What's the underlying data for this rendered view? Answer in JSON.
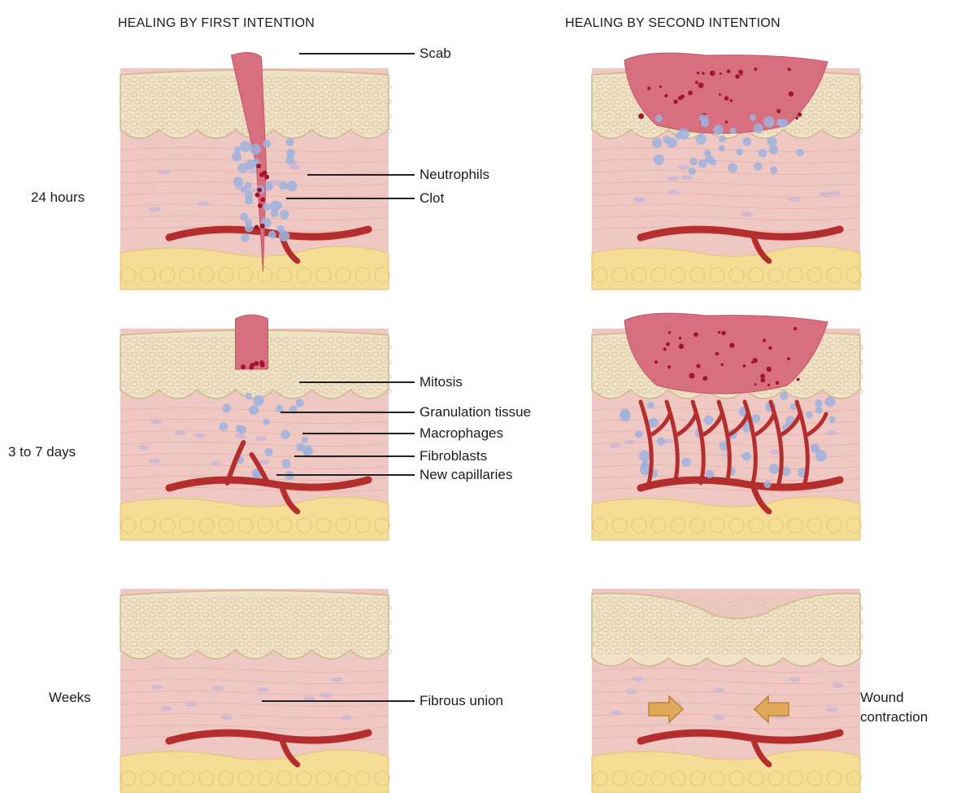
{
  "columns": {
    "first": "HEALING BY FIRST INTENTION",
    "second": "HEALING BY SECOND INTENTION"
  },
  "rows": {
    "r1": "24 hours",
    "r2": "3 to 7 days",
    "r3": "Weeks"
  },
  "labels": {
    "scab": "Scab",
    "neutrophils": "Neutrophils",
    "clot": "Clot",
    "mitosis": "Mitosis",
    "granulation": "Granulation tissue",
    "macrophages": "Macrophages",
    "fibroblasts": "Fibroblasts",
    "capillaries": "New capillaries",
    "fibrous_union": "Fibrous union",
    "wound_contraction_1": "Wound",
    "wound_contraction_2": "contraction"
  },
  "colors": {
    "epidermis": "#efe2c6",
    "epidermis_cell": "#d9c7a2",
    "dermis": "#f0c8c3",
    "dermis_line": "#e2aaa6",
    "fat": "#f6dd95",
    "vessel": "#b52e2e",
    "clot": "#d86f7f",
    "clot_dot": "#a3162a",
    "immune_cell": "#9fb1de",
    "arrow": "#e2a85b"
  }
}
